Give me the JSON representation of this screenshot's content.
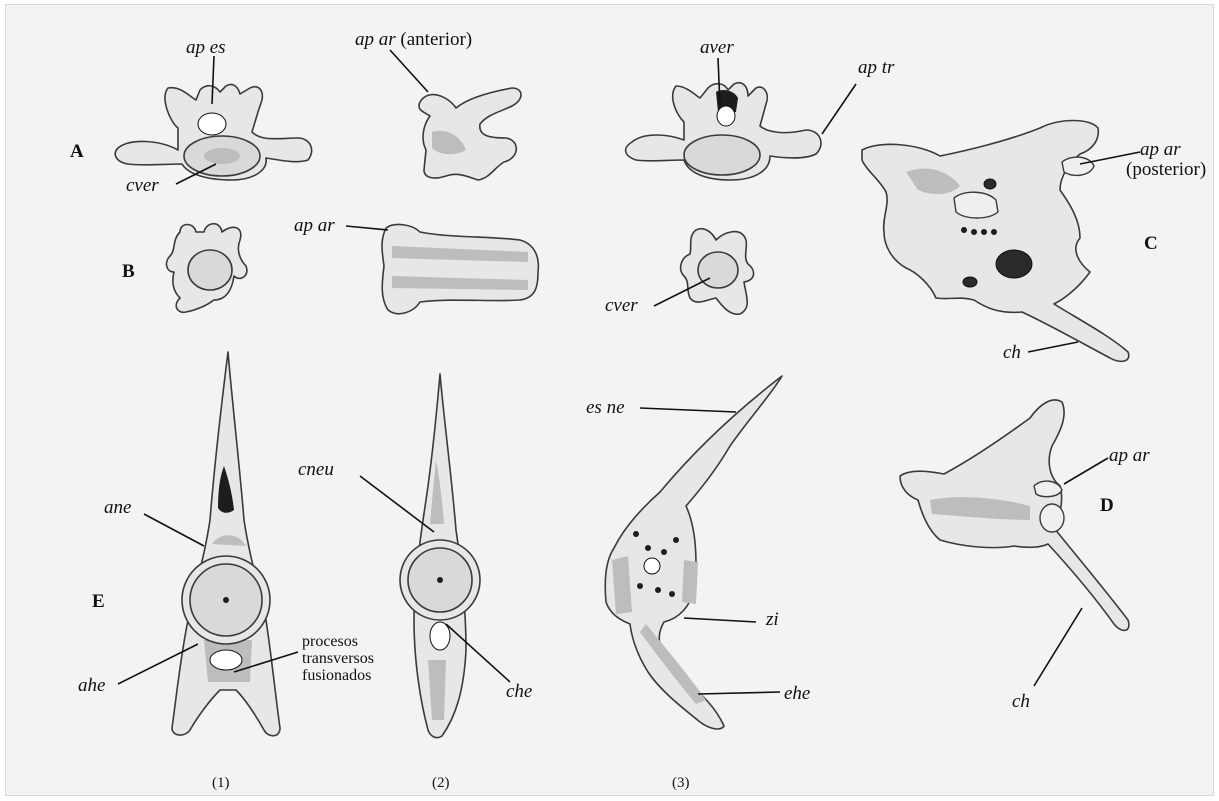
{
  "labels": {
    "ap_es": "ap es",
    "ap_ar_anterior_it": "ap ar",
    "ap_ar_anterior_rest": "(anterior)",
    "aver": "aver",
    "ap_tr": "ap tr",
    "cver_a": "cver",
    "ap_ar_b": "ap ar",
    "cver_b": "cver",
    "ap_ar_posterior_it": "ap ar",
    "ap_ar_posterior_rest": "(posterior)",
    "ch_c": "ch",
    "es_ne": "es ne",
    "cneu": "cneu",
    "ane": "ane",
    "ahe": "ahe",
    "procesos": "procesos",
    "transversos": "transversos",
    "fusionados": "fusionados",
    "che_2": "che",
    "zi": "zi",
    "ehe": "ehe",
    "ap_ar_d": "ap ar",
    "ch_d": "ch"
  },
  "panel_letters": {
    "A": "A",
    "B": "B",
    "C": "C",
    "D": "D",
    "E": "E"
  },
  "column_numbers": {
    "one": "(1)",
    "two": "(2)",
    "three": "(3)"
  }
}
